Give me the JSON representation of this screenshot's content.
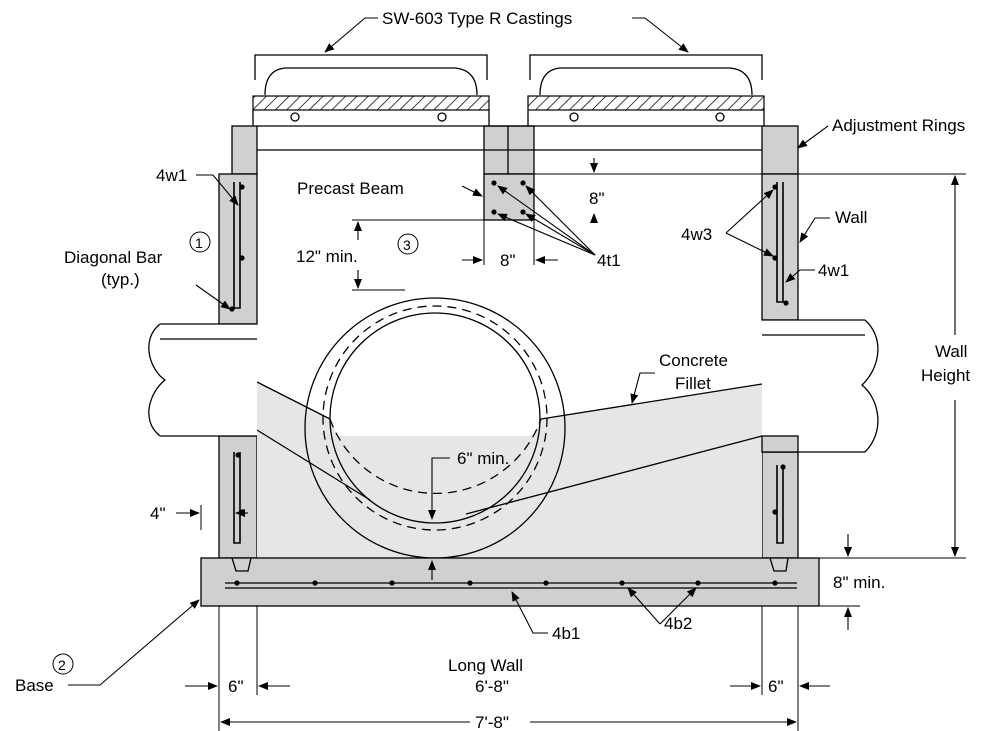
{
  "labels": {
    "castings": "SW-603 Type R Castings",
    "adjustment_rings": "Adjustment Rings",
    "precast_beam": "Precast Beam",
    "w1_left": "4w1",
    "diagonal_bar_line1": "Diagonal Bar",
    "diagonal_bar_line2": "(typ.)",
    "diagonal_bar_note": "1",
    "beam_dim_v": "8\"",
    "beam_dim_h": "8\"",
    "t1": "4t1",
    "clearance": "12\" min.",
    "clearance_note": "3",
    "w3": "4w3",
    "wall": "Wall",
    "w1_right": "4w1",
    "wall_height_line1": "Wall",
    "wall_height_line2": "Height",
    "concrete_fillet_line1": "Concrete",
    "concrete_fillet_line2": "Fillet",
    "fillet_depth": "6\" min.",
    "cover": "4\"",
    "base_thickness": "8\" min.",
    "b1": "4b1",
    "b2": "4b2",
    "base": "Base",
    "base_note": "2",
    "long_wall": "Long Wall",
    "dim_left": "6\"",
    "dim_middle": "6'-8\"",
    "dim_right": "6\"",
    "dim_total": "7'-8\""
  },
  "colors": {
    "concrete": "#d0d0d0",
    "fillet": "#e6e6e6",
    "line": "#000000"
  }
}
